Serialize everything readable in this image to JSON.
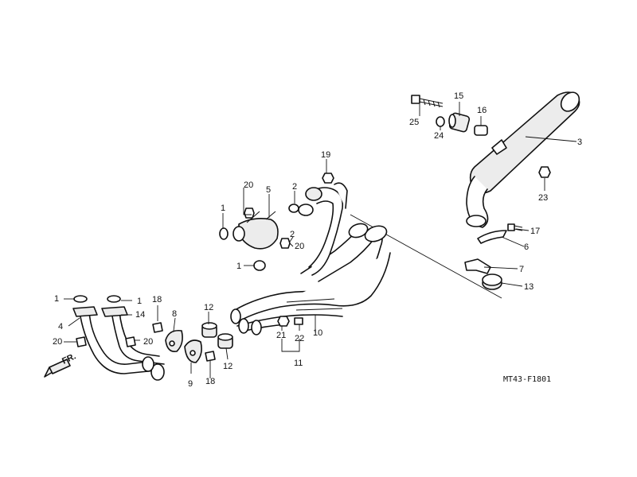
{
  "diagram_code": "MT43-F1801",
  "front_marker": "FR.",
  "callouts": {
    "c1": "1",
    "c2": "2",
    "c3": "3",
    "c4": "4",
    "c5": "5",
    "c6": "6",
    "c7": "7",
    "c8": "8",
    "c9": "9",
    "c10": "10",
    "c11": "11",
    "c12": "12",
    "c13": "13",
    "c14": "14",
    "c15": "15",
    "c16": "16",
    "c17": "17",
    "c18": "18",
    "c19": "19",
    "c20": "20",
    "c21": "21",
    "c22": "22",
    "c23": "23",
    "c24": "24",
    "c25": "25"
  }
}
